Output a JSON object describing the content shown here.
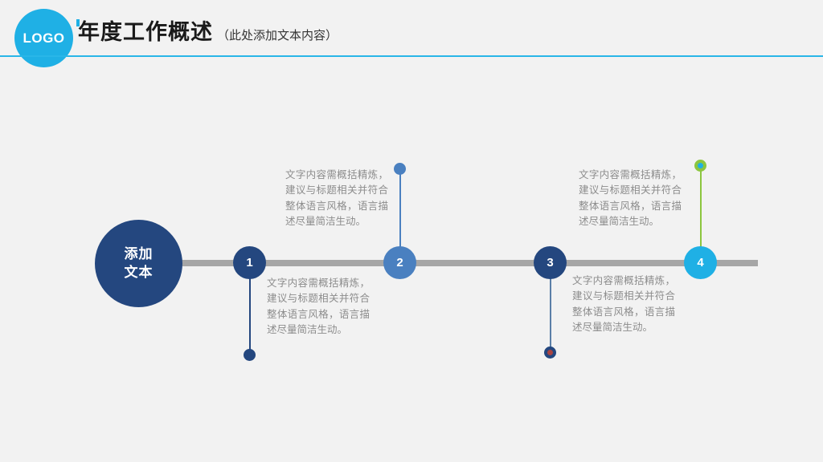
{
  "header": {
    "logo_label": "LOGO",
    "title": "年度工作概述",
    "subtitle": "（此处添加文本内容）",
    "accent_color": "#1fb0e5",
    "rule_color": "#29b6e8"
  },
  "timeline": {
    "hub": {
      "line1": "添加",
      "line2": "文本",
      "color": "#24477f"
    },
    "axis_color": "#a6a6a6",
    "nodes": [
      {
        "number": "1",
        "color": "#24477f",
        "stem_color": "#24477f",
        "endcap_fill": "#24477f",
        "endcap_ring": "#24477f",
        "caption": "文字内容需概括精炼，建议与标题相关并符合整体语言风格，语言描述尽量简洁生动。",
        "caption_position": "below"
      },
      {
        "number": "2",
        "color": "#4a80c0",
        "stem_color": "#4a80c0",
        "endcap_fill": "#4a80c0",
        "endcap_ring": "#4a80c0",
        "caption": "文字内容需概括精炼，建议与标题相关并符合整体语言风格，语言描述尽量简洁生动。",
        "caption_position": "above"
      },
      {
        "number": "3",
        "color": "#24477f",
        "stem_color": "#5a7fa8",
        "endcap_fill": "#a94442",
        "endcap_ring": "#24477f",
        "caption": "文字内容需概括精炼，建议与标题相关并符合整体语言风格，语言描述尽量简洁生动。",
        "caption_position": "below"
      },
      {
        "number": "4",
        "color": "#1fb0e5",
        "stem_color": "#8cc63f",
        "endcap_fill": "#1fb0e5",
        "endcap_ring": "#8cc63f",
        "caption": "文字内容需概括精炼，建议与标题相关并符合整体语言风格，语言描述尽量简洁生动。",
        "caption_position": "above"
      }
    ]
  }
}
